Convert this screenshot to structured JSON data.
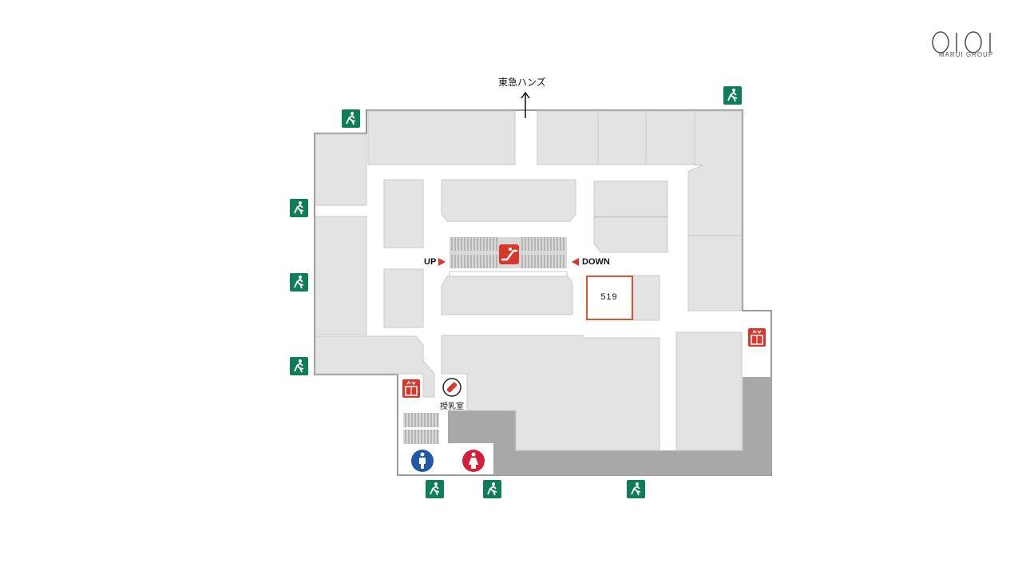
{
  "brand": {
    "logo_text": "MARUI GROUP"
  },
  "map": {
    "destination_label": "東急ハンズ",
    "highlighted_store": "519",
    "escalator_up_label": "UP",
    "escalator_down_label": "DOWN",
    "nursing_room_label": "授乳室"
  },
  "icons": [
    "emergency-exit-icon",
    "escalator-icon",
    "elevator-icon",
    "nursing-room-icon",
    "mens-restroom-icon",
    "womens-restroom-icon",
    "arrow-up-icon"
  ],
  "colors": {
    "exit_green": "#0f7d5a",
    "escalator_red": "#d8372c",
    "highlight_orange": "#d8572e",
    "mens_blue": "#1f58a6",
    "womens_red": "#d51f3a",
    "store_gray": "#e2e2e2",
    "wall_gray": "#999999",
    "service_gray": "#a7a7a7"
  }
}
